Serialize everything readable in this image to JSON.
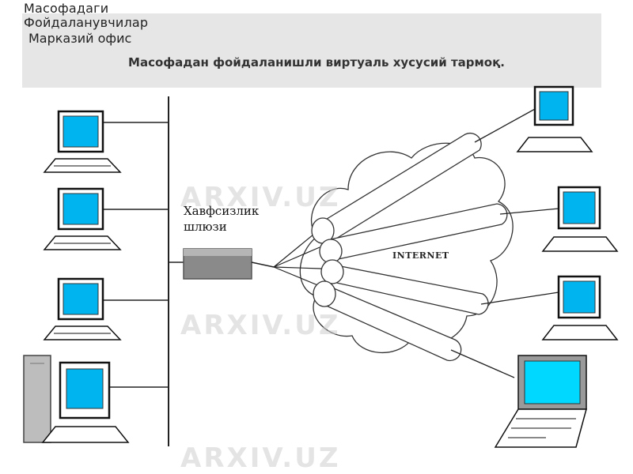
{
  "header": {
    "remote_users": "Масофадаги Фойдаланувчилар",
    "central_office": "Марказий офис",
    "vpn_title": "Масофадан фойдаланишли виртуаль хусусий тармоқ."
  },
  "gateway": {
    "label": "Хавфсизлик шлюзи"
  },
  "cloud": {
    "label": "INTERNET"
  },
  "watermark": {
    "text": "ARXIV.UZ"
  },
  "colors": {
    "screen": "#00b4f0",
    "banner": "#e6e6e6",
    "line": "#222222",
    "gateway": "#8a8a8a"
  }
}
